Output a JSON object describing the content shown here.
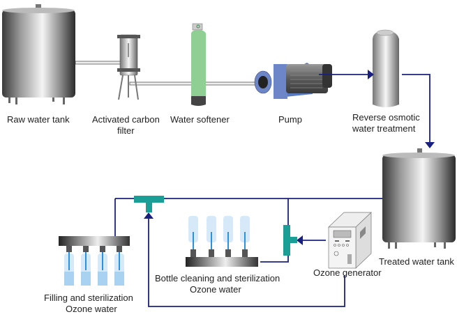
{
  "title": "Water treatment process with ozone sterilization",
  "labels": {
    "raw_tank": "Raw water tank",
    "carbon_filter_l1": "Activated carbon",
    "carbon_filter_l2": "filter",
    "softener": "Water softener",
    "pump": "Pump",
    "ro_l1": "Reverse osmotic",
    "ro_l2": "water treatment",
    "treated_tank": "Treated water tank",
    "ozone_gen": "Ozone generator",
    "bottle_clean_l1": "Bottle cleaning and sterilization",
    "bottle_clean_l2": "Ozone water",
    "filling_l1": "Filling and sterilization",
    "filling_l2": "Ozone water"
  },
  "colors": {
    "flow_line": "#1a2080",
    "tee_fitting": "#1a9e96",
    "softener_body": "#8fcf94",
    "pump_body": "#6d86c8",
    "water_blue": "#2a93e0"
  }
}
